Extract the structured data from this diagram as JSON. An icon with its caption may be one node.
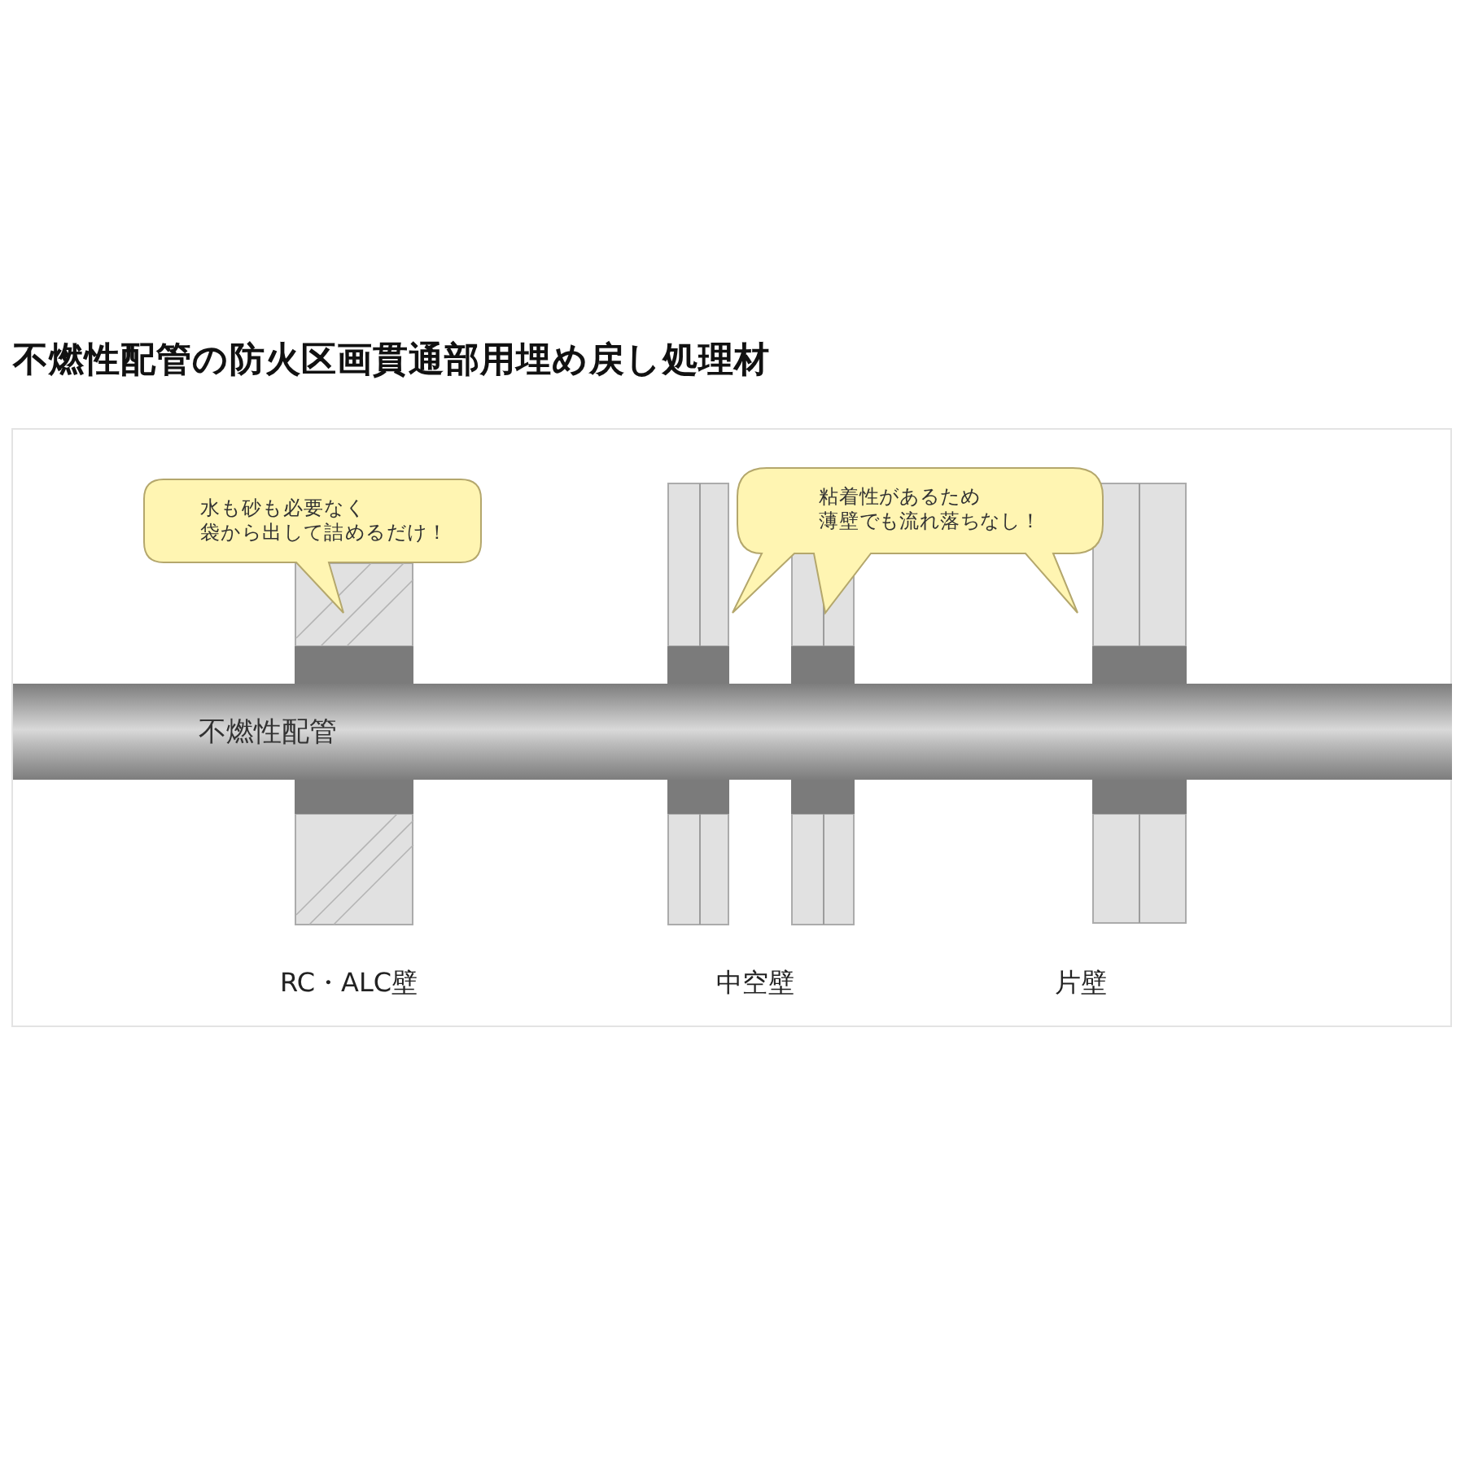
{
  "diagram": {
    "title": "不燃性配管の防火区画貫通部用埋め戻し処理材",
    "nodes": [
      {
        "text": [
          "水も砂も必要なく袋から出して詰めるだけ！"
        ]
      },
      {
        "text": [
          "粘着性があるため薄壁でも流れ落ちなし！"
        ]
      },
      {
        "text": [
          "不燃性配管"
        ]
      }
    ],
    "labels": [
      "RC・ALC壁",
      "中空壁",
      "片壁"
    ]
  }
}
